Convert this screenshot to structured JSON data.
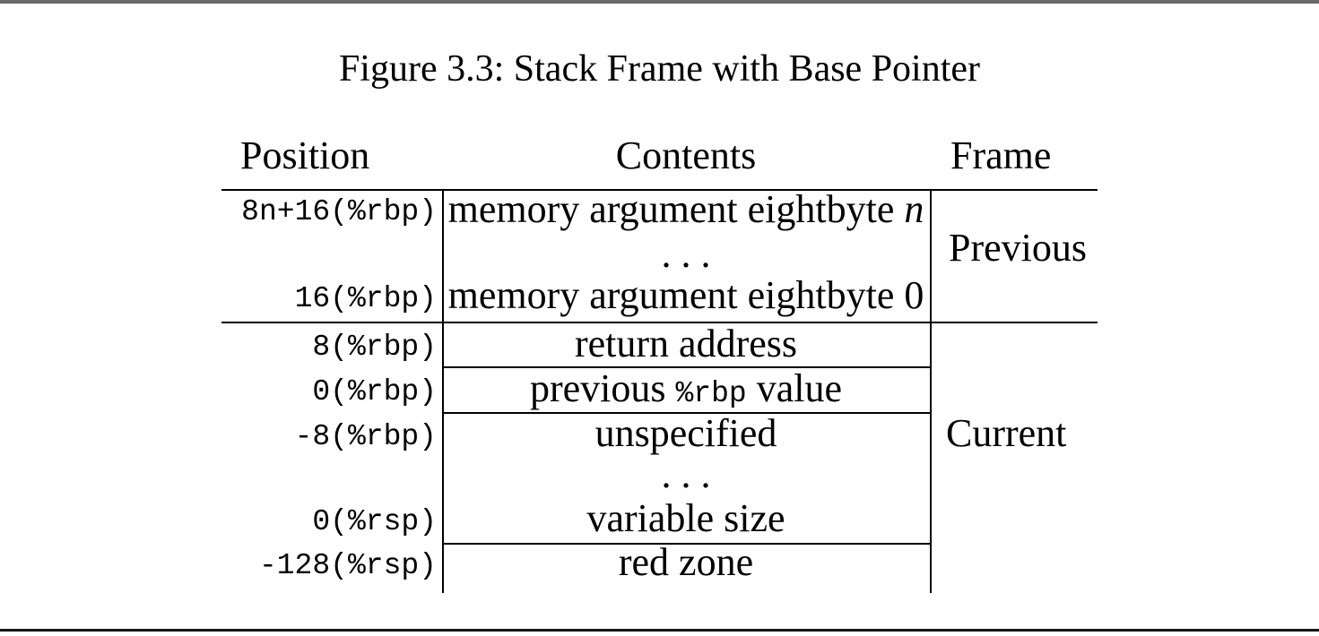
{
  "figure": {
    "title": "Figure 3.3: Stack Frame with Base Pointer"
  },
  "table": {
    "headers": {
      "position": "Position",
      "contents": "Contents",
      "frame": "Frame"
    },
    "rows": [
      {
        "position": "8n+16(%rbp)",
        "contents_pre": "memory argument eightbyte ",
        "contents_var": "n"
      },
      {
        "position": "",
        "contents": ". . ."
      },
      {
        "position": "16(%rbp)",
        "contents": "memory argument eightbyte 0"
      },
      {
        "position": "8(%rbp)",
        "contents": "return address"
      },
      {
        "position": "0(%rbp)",
        "contents_pre": "previous ",
        "contents_mono": "%rbp",
        "contents_post": " value"
      },
      {
        "position": "-8(%rbp)",
        "contents": "unspecified"
      },
      {
        "position": "",
        "contents": ". . ."
      },
      {
        "position": "0(%rsp)",
        "contents": "variable size"
      },
      {
        "position": "-128(%rsp)",
        "contents": "red zone"
      }
    ],
    "frames": {
      "previous": "Previous",
      "current": "Current"
    }
  },
  "colors": {
    "background": "#ffffff",
    "text": "#000000",
    "table_rule": "#000000",
    "top_border": "#6b6b6b",
    "bottom_border": "#161616"
  }
}
